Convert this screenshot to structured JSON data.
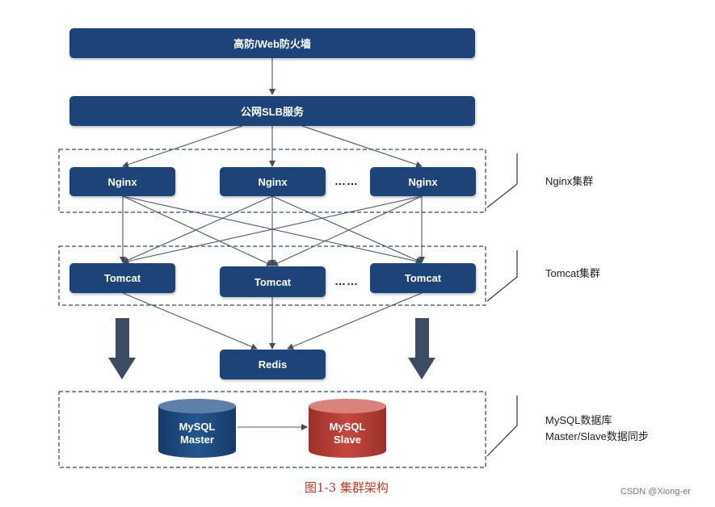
{
  "boxes": {
    "firewall": "高防/Web防火墙",
    "slb": "公网SLB服务",
    "nginx_1": "Nginx",
    "nginx_2": "Nginx",
    "nginx_3": "Nginx",
    "tomcat_1": "Tomcat",
    "tomcat_2": "Tomcat",
    "tomcat_3": "Tomcat",
    "redis": "Redis"
  },
  "ellipsis": "……",
  "databases": {
    "master_line1": "MySQL",
    "master_line2": "Master",
    "slave_line1": "MySQL",
    "slave_line2": "Slave"
  },
  "side_labels": {
    "nginx_cluster": "Nginx集群",
    "tomcat_cluster": "Tomcat集群",
    "mysql_line1": "MySQL数据库",
    "mysql_line2": "Master/Slave数据同步"
  },
  "caption": "图1-3 集群架构",
  "watermark": "CSDN @Xiong-er",
  "colors": {
    "box": "#1c4478",
    "master": "#1c4478",
    "slave": "#b13a34",
    "arrow_big": "#3c4c62",
    "caption": "#c0392b"
  }
}
